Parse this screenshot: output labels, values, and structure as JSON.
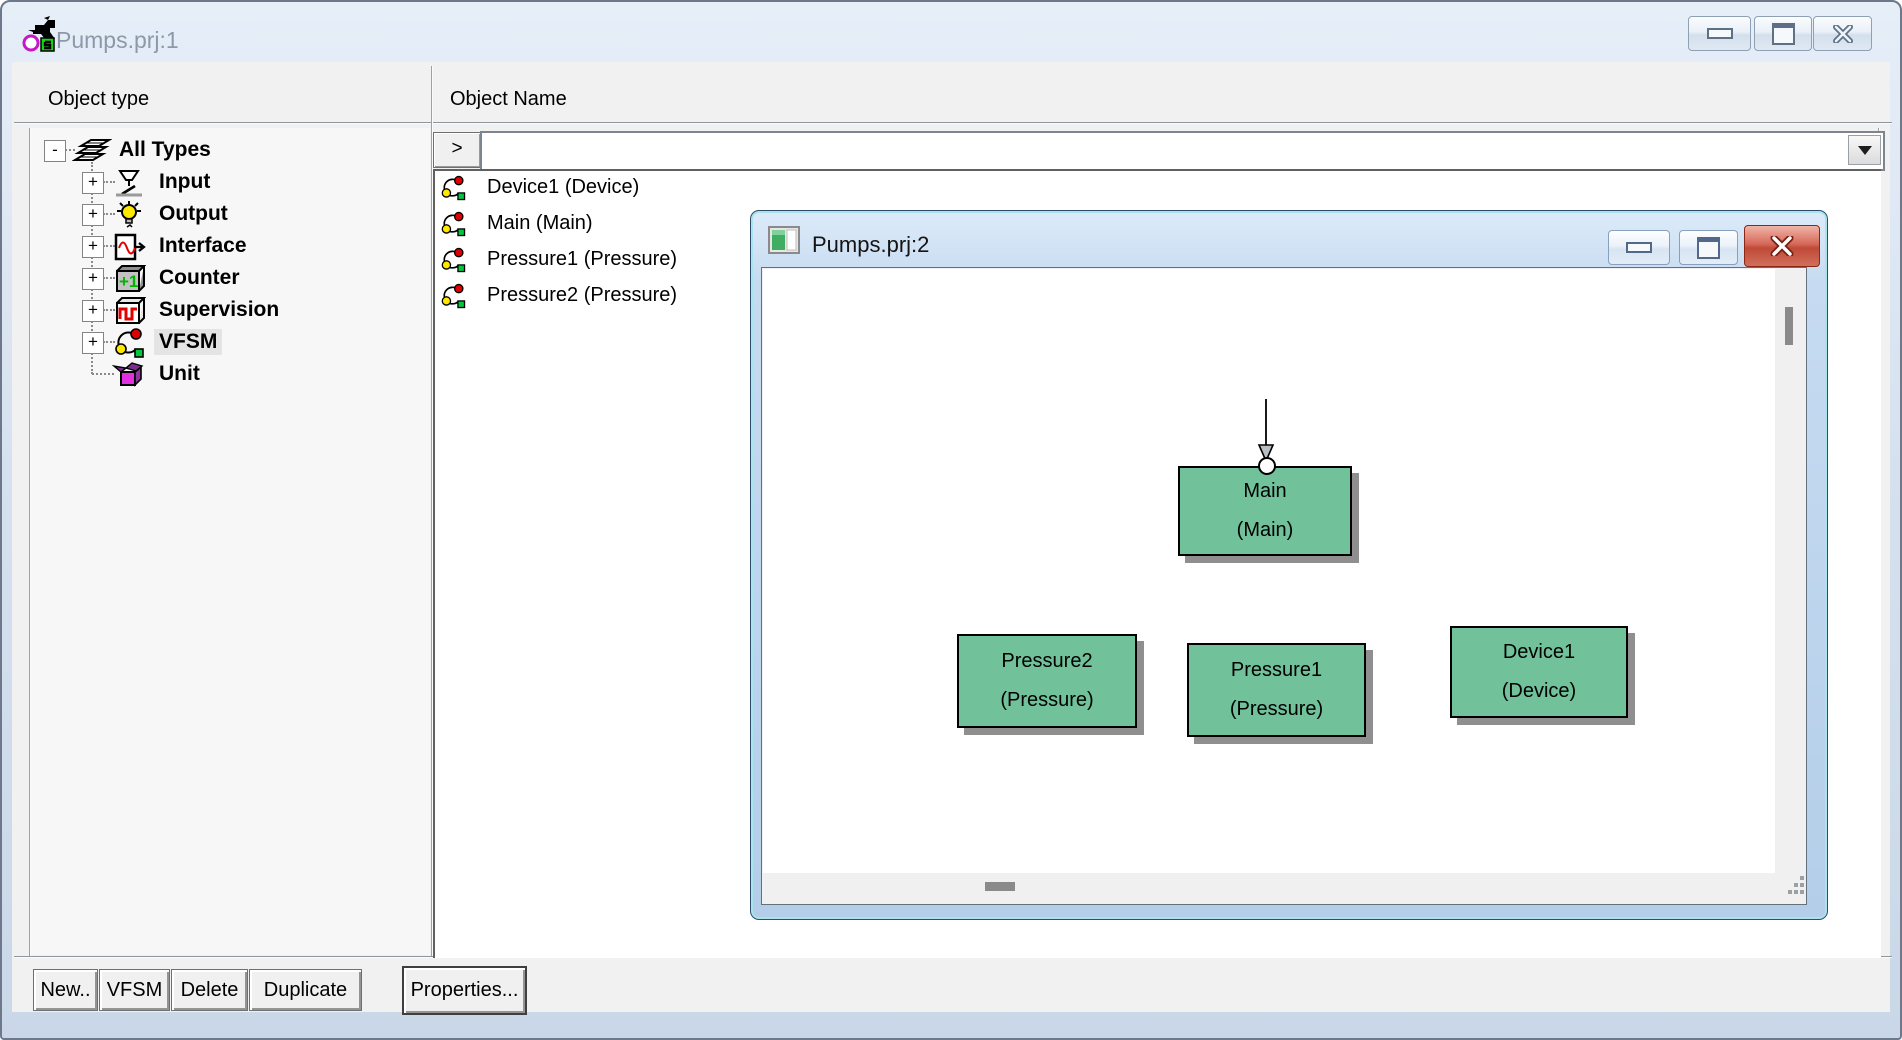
{
  "main_window": {
    "title": "Pumps.prj:1",
    "headers": {
      "left": "Object type",
      "right": "Object Name"
    }
  },
  "glyphs": {
    "plus": "+",
    "minus": "-",
    "chevron": ">",
    "counter": "+1"
  },
  "tree": {
    "items": [
      {
        "label": "All Types"
      },
      {
        "label": "Input"
      },
      {
        "label": "Output"
      },
      {
        "label": "Interface"
      },
      {
        "label": "Counter"
      },
      {
        "label": "Supervision"
      },
      {
        "label": "VFSM",
        "selected": true
      },
      {
        "label": "Unit"
      }
    ]
  },
  "name_combo": {
    "value": ""
  },
  "object_list": {
    "items": [
      {
        "label": "Device1 (Device)"
      },
      {
        "label": "Main (Main)"
      },
      {
        "label": "Pressure1 (Pressure)"
      },
      {
        "label": "Pressure2 (Pressure)"
      }
    ]
  },
  "child_window": {
    "title": "Pumps.prj:2",
    "nodes": [
      {
        "name": "Main",
        "type_label": "(Main)"
      },
      {
        "name": "Pressure2",
        "type_label": "(Pressure)"
      },
      {
        "name": "Pressure1",
        "type_label": "(Pressure)"
      },
      {
        "name": "Device1",
        "type_label": "(Device)"
      }
    ]
  },
  "action_buttons": {
    "new": "New..",
    "vfsm": "VFSM",
    "delete": "Delete",
    "duplicate": "Duplicate",
    "properties": "Properties..."
  },
  "colors": {
    "node_fill": "#71c19b",
    "node_shadow": "#8f8f8f",
    "inactive_title_text": "#8d98a8",
    "child_frame_blue": "#b4cee9",
    "close_button_red": "#c04a38"
  }
}
